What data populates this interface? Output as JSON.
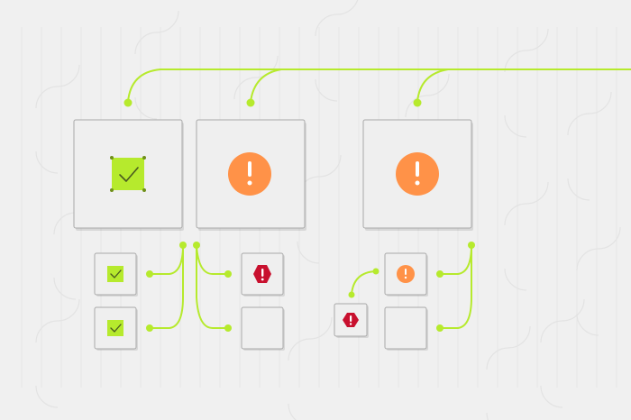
{
  "colors": {
    "background": "#f0f0f0",
    "wire": "#b6ea2d",
    "check_fill": "#b6ea2d",
    "warning": "#ff9248",
    "error": "#c8102e",
    "tile": "#efefef",
    "tile_border": "#a9a9a9"
  },
  "nodes": [
    {
      "id": "large-check",
      "status": "success",
      "icon": "checkmark-icon",
      "size": "large"
    },
    {
      "id": "large-warning-1",
      "status": "warning",
      "icon": "exclamation-circle-icon",
      "size": "large"
    },
    {
      "id": "large-warning-2",
      "status": "warning",
      "icon": "exclamation-circle-icon",
      "size": "large"
    },
    {
      "id": "small-check-1",
      "status": "success",
      "icon": "checkmark-icon",
      "size": "small"
    },
    {
      "id": "small-check-2",
      "status": "success",
      "icon": "checkmark-icon",
      "size": "small"
    },
    {
      "id": "small-error-1",
      "status": "error",
      "icon": "exclamation-octagon-icon",
      "size": "small"
    },
    {
      "id": "small-empty-1",
      "status": "empty",
      "icon": "",
      "size": "small"
    },
    {
      "id": "small-error-2",
      "status": "error",
      "icon": "exclamation-octagon-icon",
      "size": "small"
    },
    {
      "id": "small-warning",
      "status": "warning",
      "icon": "exclamation-circle-icon",
      "size": "small"
    },
    {
      "id": "small-empty-2",
      "status": "empty",
      "icon": "",
      "size": "small"
    }
  ]
}
